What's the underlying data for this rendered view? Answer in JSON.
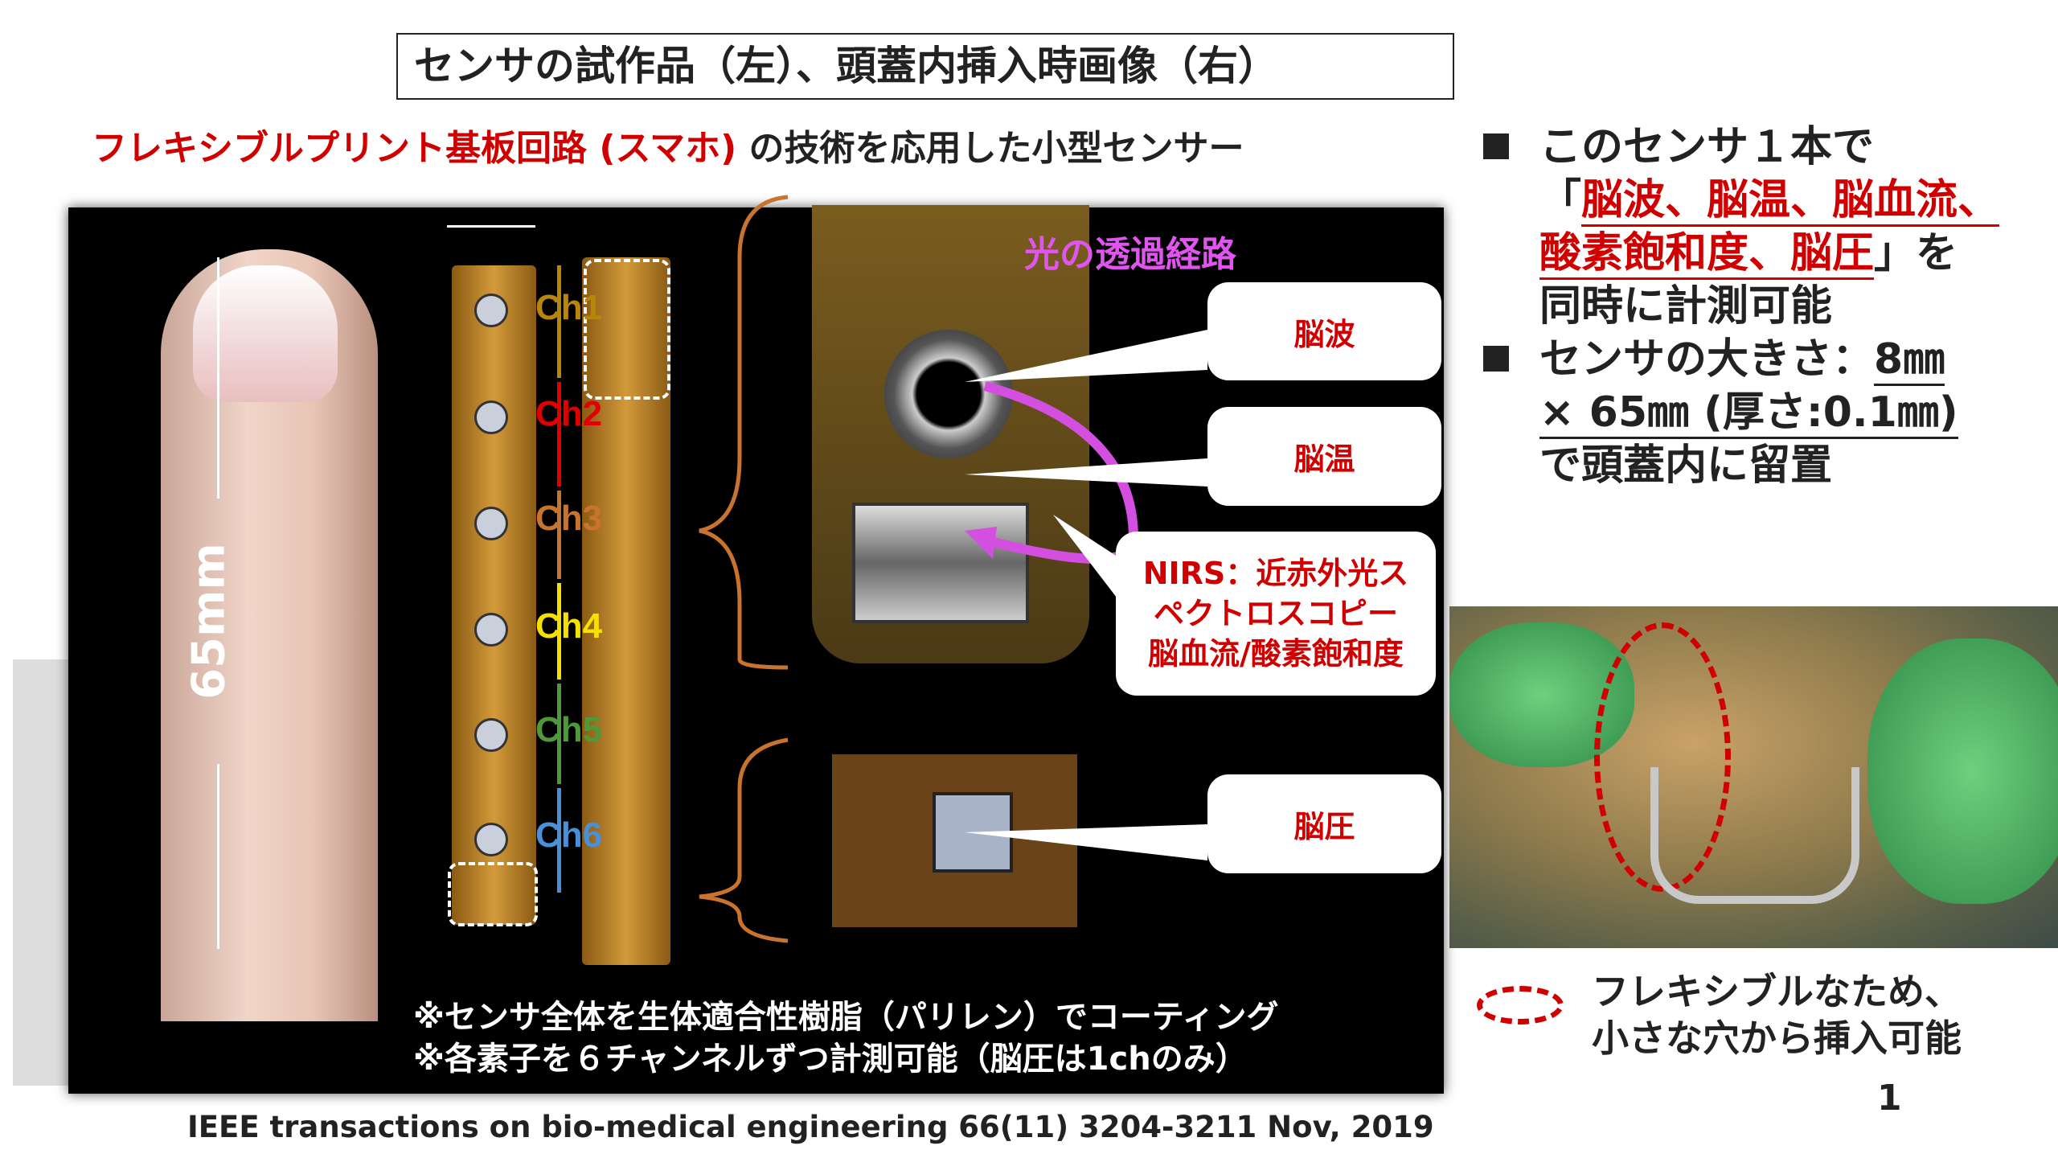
{
  "title": "センサの試作品（左）、頭蓋内挿入時画像（右）",
  "subtitle": {
    "red_part": "フレキシブルプリント基板回路 (スマホ)",
    "rest": " の技術を応用した小型センサー"
  },
  "figure": {
    "length_label": "65mm",
    "channels": [
      {
        "label": "Ch1",
        "color": "#b8860b"
      },
      {
        "label": "Ch2",
        "color": "#e00000"
      },
      {
        "label": "Ch3",
        "color": "#c8742e"
      },
      {
        "label": "Ch4",
        "color": "#f5e000"
      },
      {
        "label": "Ch5",
        "color": "#4e9a3a"
      },
      {
        "label": "Ch6",
        "color": "#4a90d9"
      }
    ],
    "light_path_label": "光の透過経路",
    "callouts": {
      "eeg": "脳波",
      "temp": "脳温",
      "nirs_line1": "NIRS：近赤外光ス",
      "nirs_line2": "ペクトロスコピー",
      "nirs_line3": "脳血流/酸素飽和度",
      "pressure": "脳圧"
    },
    "notes": [
      "※センサ全体を生体適合性樹脂（パリレン）でコーティング",
      "※各素子を６チャンネルずつ計測可能（脳圧は1chのみ）"
    ]
  },
  "bullets": {
    "b1_line1": "このセンサ１本で",
    "b1_open": "「",
    "b1_red1": "脳波、脳温、脳血流、",
    "b1_red2": "酸素飽和度、脳圧",
    "b1_close": "」を",
    "b1_line4": "同時に計測可能",
    "b2_prefix": "センサの大きさ：",
    "b2_size1": "8㎜",
    "b2_size2": "× 65㎜ (厚さ:0.1㎜)",
    "b2_line3": "で頭蓋内に留置"
  },
  "legend": {
    "line1": "フレキシブルなため、",
    "line2": "小さな穴から挿入可能"
  },
  "page_number": "1",
  "citation": "IEEE transactions on bio-medical engineering 66(11) 3204-3211 Nov, 2019"
}
